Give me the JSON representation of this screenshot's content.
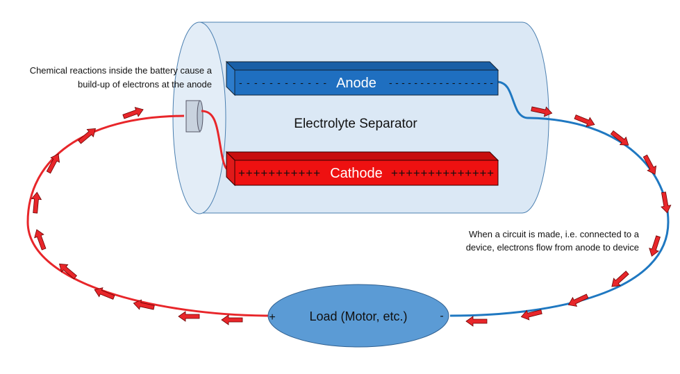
{
  "labels": {
    "anode": "Anode",
    "cathode": "Cathode",
    "electrolyte": "Electrolyte Separator",
    "load": "Load (Motor, etc.)",
    "load_plus": "+",
    "load_minus": "-",
    "anode_charges": "- - - - - - - - - - - -           - - - - - - - - - - - - - - - - -",
    "cathode_charges": "+++++++++++             ++++++++++++++"
  },
  "annotations": {
    "left_line1": "Chemical reactions inside the battery cause a",
    "left_line2": "build-up of electrons at the anode",
    "right_line1": "When a circuit is made, i.e. connected to a",
    "right_line2": "device, electrons flow from anode to device"
  },
  "colors": {
    "battery_fill": "#dbe8f5",
    "anode": "#1f6fc0",
    "cathode": "#ee1111",
    "load": "#5b9bd5",
    "red_wire": "#e8262a",
    "blue_wire": "#1f78c1",
    "arrow": "#e8262a"
  }
}
